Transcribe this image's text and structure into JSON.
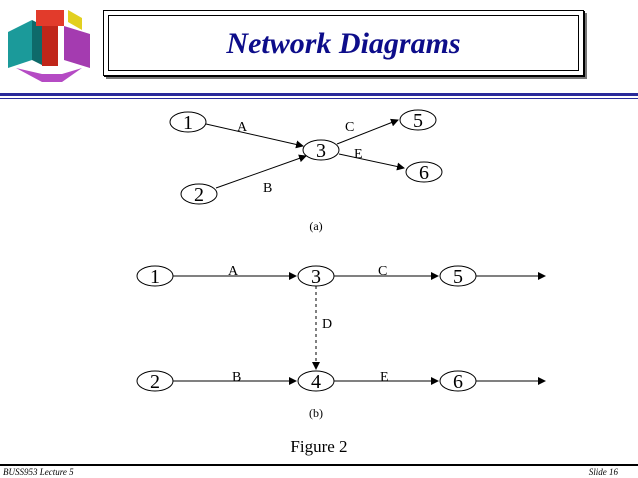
{
  "slide": {
    "title": "Network Diagrams",
    "figure_caption": "Figure 2",
    "footer_left": "BUSS953 Lecture 5",
    "footer_right": "Slide 16",
    "title_color": "#0d0d8a",
    "rule_color": "#2a2a9a"
  },
  "diagram_a": {
    "caption": "(a)",
    "nodes": [
      "1",
      "2",
      "3",
      "5",
      "6"
    ],
    "activities": [
      {
        "label": "A",
        "from": "1",
        "to": "3"
      },
      {
        "label": "B",
        "from": "2",
        "to": "3"
      },
      {
        "label": "C",
        "from": "3",
        "to": "5"
      },
      {
        "label": "E",
        "from": "3",
        "to": "6"
      }
    ]
  },
  "diagram_b": {
    "caption": "(b)",
    "nodes": [
      "1",
      "3",
      "5",
      "2",
      "4",
      "6"
    ],
    "activities": [
      {
        "label": "A",
        "from": "1",
        "to": "3"
      },
      {
        "label": "C",
        "from": "3",
        "to": "5"
      },
      {
        "label": "D",
        "from": "3",
        "to": "4",
        "dummy": true
      },
      {
        "label": "B",
        "from": "2",
        "to": "4"
      },
      {
        "label": "E",
        "from": "4",
        "to": "6"
      }
    ]
  }
}
